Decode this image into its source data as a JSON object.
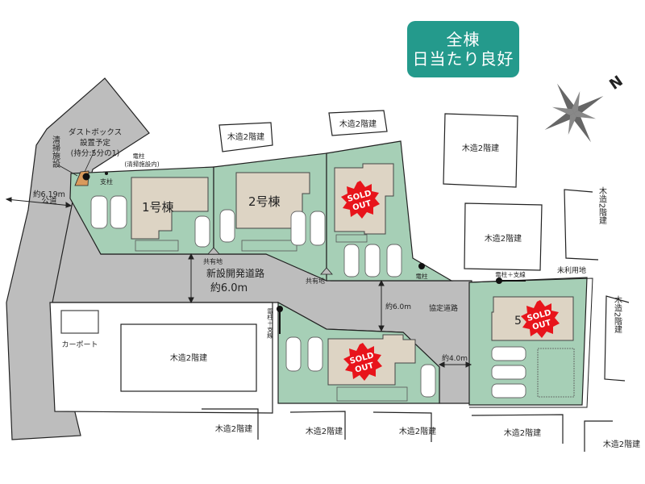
{
  "badge": {
    "line1": "全棟",
    "line2": "日当たり良好",
    "color": "#249a8c"
  },
  "compass": {
    "label": "N"
  },
  "lots": [
    {
      "id": "1",
      "label": "1号棟",
      "sold": false
    },
    {
      "id": "2",
      "label": "2号棟",
      "sold": false
    },
    {
      "id": "3",
      "label": "",
      "sold": true
    },
    {
      "id": "4",
      "label": "",
      "sold": true
    },
    {
      "id": "5",
      "label": "5",
      "sold": true
    }
  ],
  "sold_badge": {
    "line1": "SOLD",
    "line2": "OUT",
    "color": "#e8141b"
  },
  "roads": {
    "public_road_label": "公道",
    "public_road_width": "約6.19m",
    "new_road_line1": "新設開発道路",
    "new_road_line2": "約6.0m",
    "agreement_road": "協定道路",
    "agreement_road_width": "約6.0m",
    "side_road_width": "約4.0m"
  },
  "annotations": {
    "dust_box_line1": "ダストボックス",
    "dust_box_line2": "設置予定",
    "dust_box_line3": "(持分:5分の1)",
    "cleaning_facility": "清掃施設",
    "utility_pole_cleaning_line1": "電柱",
    "utility_pole_cleaning_line2": "(清掃施設内)",
    "support_pole": "支柱",
    "shared_land_1": "共有地",
    "shared_land_2": "共有地",
    "utility_pole": "電柱",
    "utility_pole_guy_vertical": "電柱＋支線",
    "utility_pole_guy_lot5": "電柱＋支線",
    "unused_land": "未利用地",
    "carport": "カーポート"
  },
  "neighbors": {
    "label": "木造2階建"
  },
  "colors": {
    "lot_green": "#a6cfb6",
    "house_beige": "#ddd4c4",
    "road_gray": "#bdbdbd",
    "dust_box_orange": "#d89a5c"
  }
}
